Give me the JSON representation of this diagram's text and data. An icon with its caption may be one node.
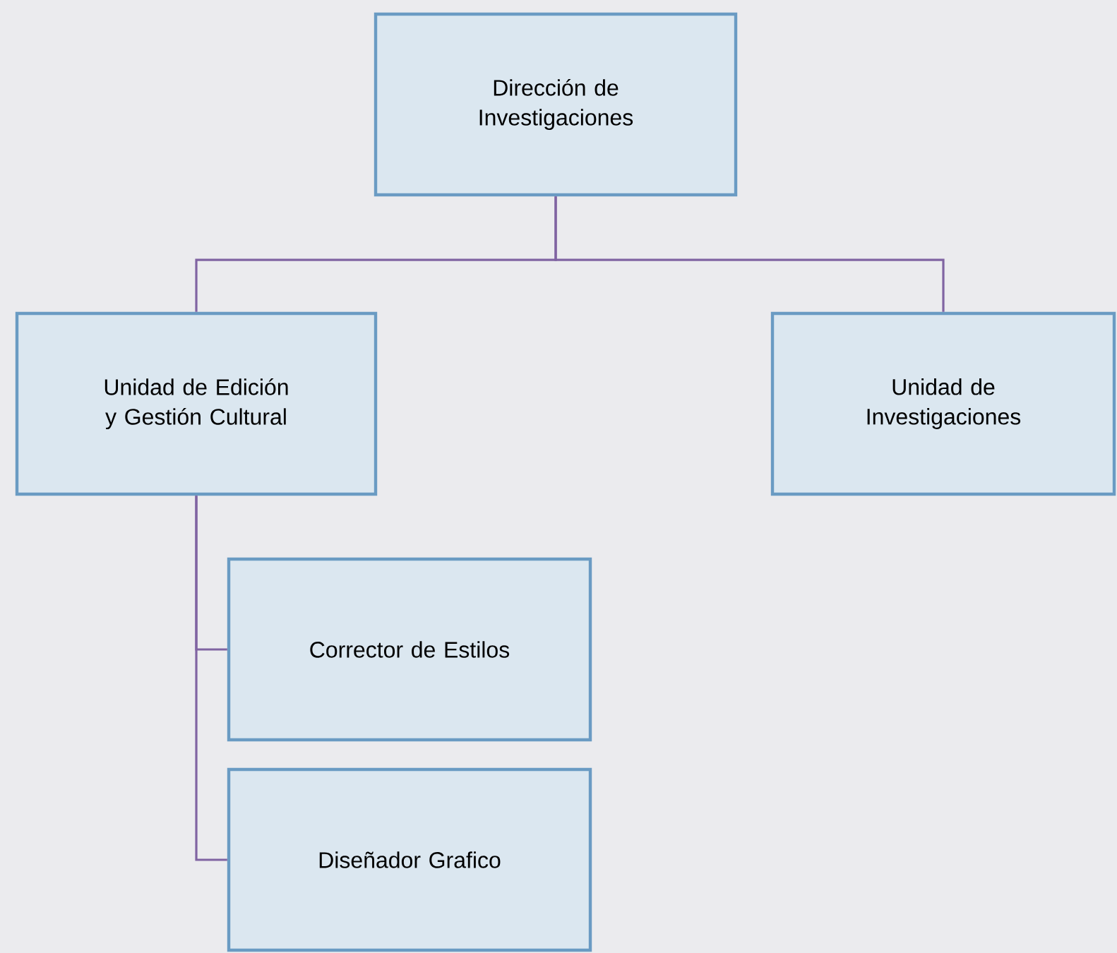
{
  "diagram": {
    "nodes": [
      {
        "text": [
          "Dirección de Investigaciones"
        ]
      },
      {
        "text": [
          "Unidad de Edición y Gestión Cultural"
        ]
      },
      {
        "text": [
          "Unidad de Investigaciones"
        ]
      },
      {
        "text": [
          "Corrector de Estilos"
        ]
      },
      {
        "text": [
          "Diseñador Grafico"
        ]
      }
    ],
    "edges": [
      {
        "from": 0,
        "to": 1,
        "arrow": "none"
      },
      {
        "from": 0,
        "to": 2,
        "arrow": "none"
      },
      {
        "from": 1,
        "to": 3,
        "arrow": "none"
      },
      {
        "from": 1,
        "to": 4,
        "arrow": "none"
      }
    ]
  }
}
